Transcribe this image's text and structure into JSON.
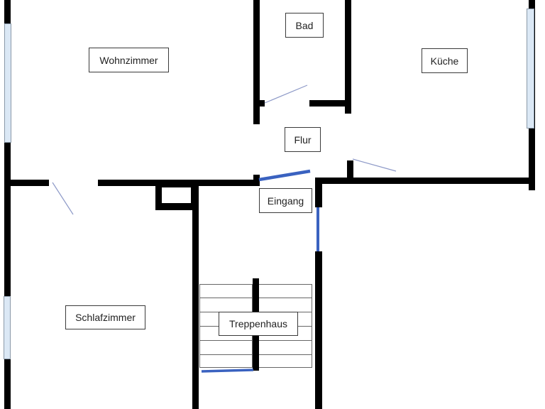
{
  "plan": {
    "rooms": [
      {
        "id": "wohnzimmer",
        "label": "Wohnzimmer"
      },
      {
        "id": "bad",
        "label": "Bad"
      },
      {
        "id": "kueche",
        "label": "Küche"
      },
      {
        "id": "flur",
        "label": "Flur"
      },
      {
        "id": "eingang",
        "label": "Eingang"
      },
      {
        "id": "schlafzimmer",
        "label": "Schlafzimmer"
      },
      {
        "id": "treppenhaus",
        "label": "Treppenhaus"
      }
    ],
    "colors": {
      "wall": "#000000",
      "window": "#dbe8f5",
      "door_swing": "#8e9ac8",
      "entrance_door": "#3a62c0"
    }
  }
}
